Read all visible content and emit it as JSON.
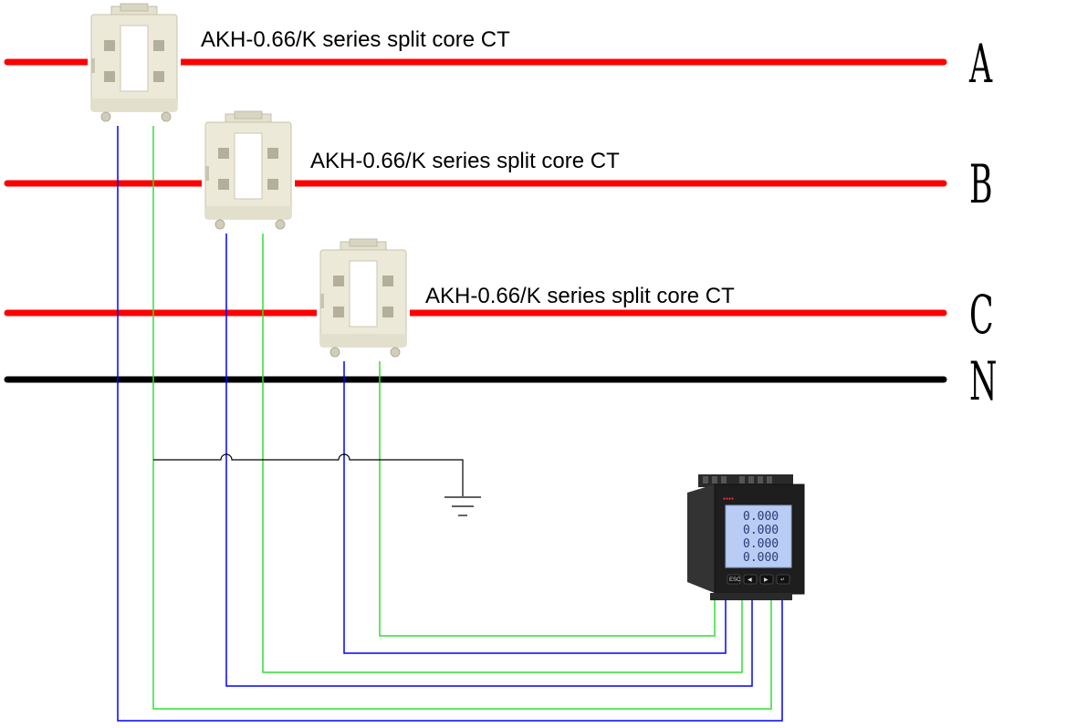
{
  "phases": {
    "a": {
      "label": "A",
      "color": "#ff0000"
    },
    "b": {
      "label": "B",
      "color": "#ff0000"
    },
    "c": {
      "label": "C",
      "color": "#ff0000"
    },
    "n": {
      "label": "N",
      "color": "#000000"
    }
  },
  "cts": [
    {
      "label": "AKH-0.66/K  series split core CT"
    },
    {
      "label": "AKH-0.66/K  series split core CT"
    },
    {
      "label": "AKH-0.66/K  series split core CT"
    }
  ],
  "meter": {
    "display_rows": [
      "0.000",
      "0.000",
      "0.000",
      "0.000"
    ],
    "buttons": [
      "ESC",
      "◀",
      "▶",
      "↵"
    ]
  },
  "colors": {
    "wire_blue": "#0000ff",
    "wire_green": "#33dd33",
    "ground": "#000000",
    "ct_body": "#ece9d8",
    "meter_screen": "#b8ccf4"
  }
}
